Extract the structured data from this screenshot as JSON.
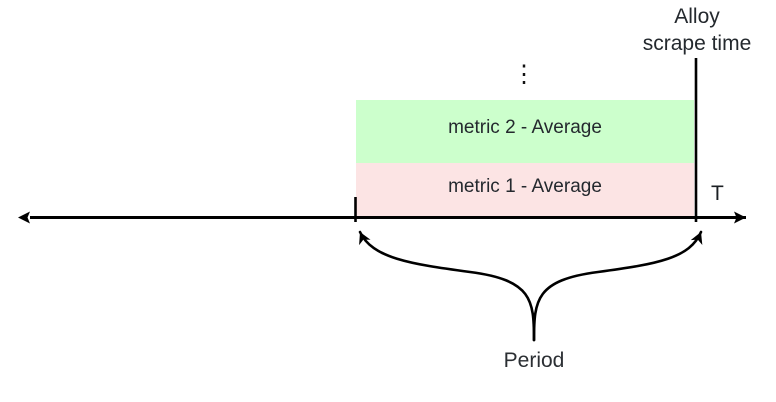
{
  "diagram": {
    "title_hidden": "",
    "axis": {
      "name": "time-axis",
      "label": "T",
      "direction": "bidirectional"
    },
    "scrape_marker": {
      "label_line1": "Alloy",
      "label_line2": "scrape time",
      "icon": "vertical-line-marker"
    },
    "ellipsis": {
      "glyph": "⋮",
      "meaning": "more-metrics-above"
    },
    "stacked_boxes": [
      {
        "label": "metric 2 - Average",
        "color": "#ccffcc",
        "order": 2
      },
      {
        "label": "metric 1 - Average",
        "color": "#fce4e4",
        "order": 1
      }
    ],
    "period_brace": {
      "label": "Period",
      "icon": "curly-brace-down"
    },
    "colors": {
      "metric2_fill": "#ccffcc",
      "metric1_fill": "#fce4e4",
      "stroke": "#000000",
      "text": "#24292e",
      "period_text": "#2b2f33"
    }
  }
}
